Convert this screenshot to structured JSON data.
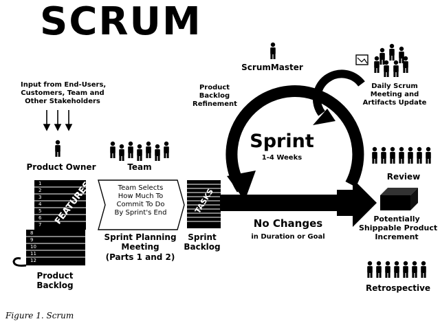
{
  "title": "SCRUM",
  "caption": "Figure 1. Scrum",
  "input": {
    "line1": "Input from End-Users,",
    "line2": "Customers, Team and",
    "line3": "Other Stakeholders"
  },
  "product_owner": "Product Owner",
  "team": "Team",
  "features_label": "FEATURES",
  "tasks_label": "TASKS",
  "backlog_rows": [
    "1",
    "2",
    "3",
    "4",
    "5",
    "6",
    "7",
    "8",
    "9",
    "10",
    "11",
    "12"
  ],
  "product_backlog": {
    "line1": "Product",
    "line2": "Backlog"
  },
  "team_selects": {
    "line1": "Team Selects",
    "line2": "How Much To",
    "line3": "Commit To Do",
    "line4": "By Sprint's End"
  },
  "sprint_planning": {
    "line1": "Sprint Planning",
    "line2": "Meeting",
    "line3": "(Parts 1 and 2)"
  },
  "sprint_backlog": {
    "line1": "Sprint",
    "line2": "Backlog"
  },
  "pbr": {
    "line1": "Product",
    "line2": "Backlog",
    "line3": "Refinement"
  },
  "scrummaster": "ScrumMaster",
  "daily_scrum": {
    "line1": "Daily Scrum",
    "line2": "Meeting and",
    "line3": "Artifacts Update"
  },
  "sprint": {
    "title": "Sprint",
    "subtitle": "1-4 Weeks"
  },
  "no_changes": {
    "line1": "No Changes",
    "line2": "in Duration or Goal"
  },
  "review": "Review",
  "increment": {
    "line1": "Potentially",
    "line2": "Shippable Product",
    "line3": "Increment"
  },
  "retrospective": "Retrospective"
}
